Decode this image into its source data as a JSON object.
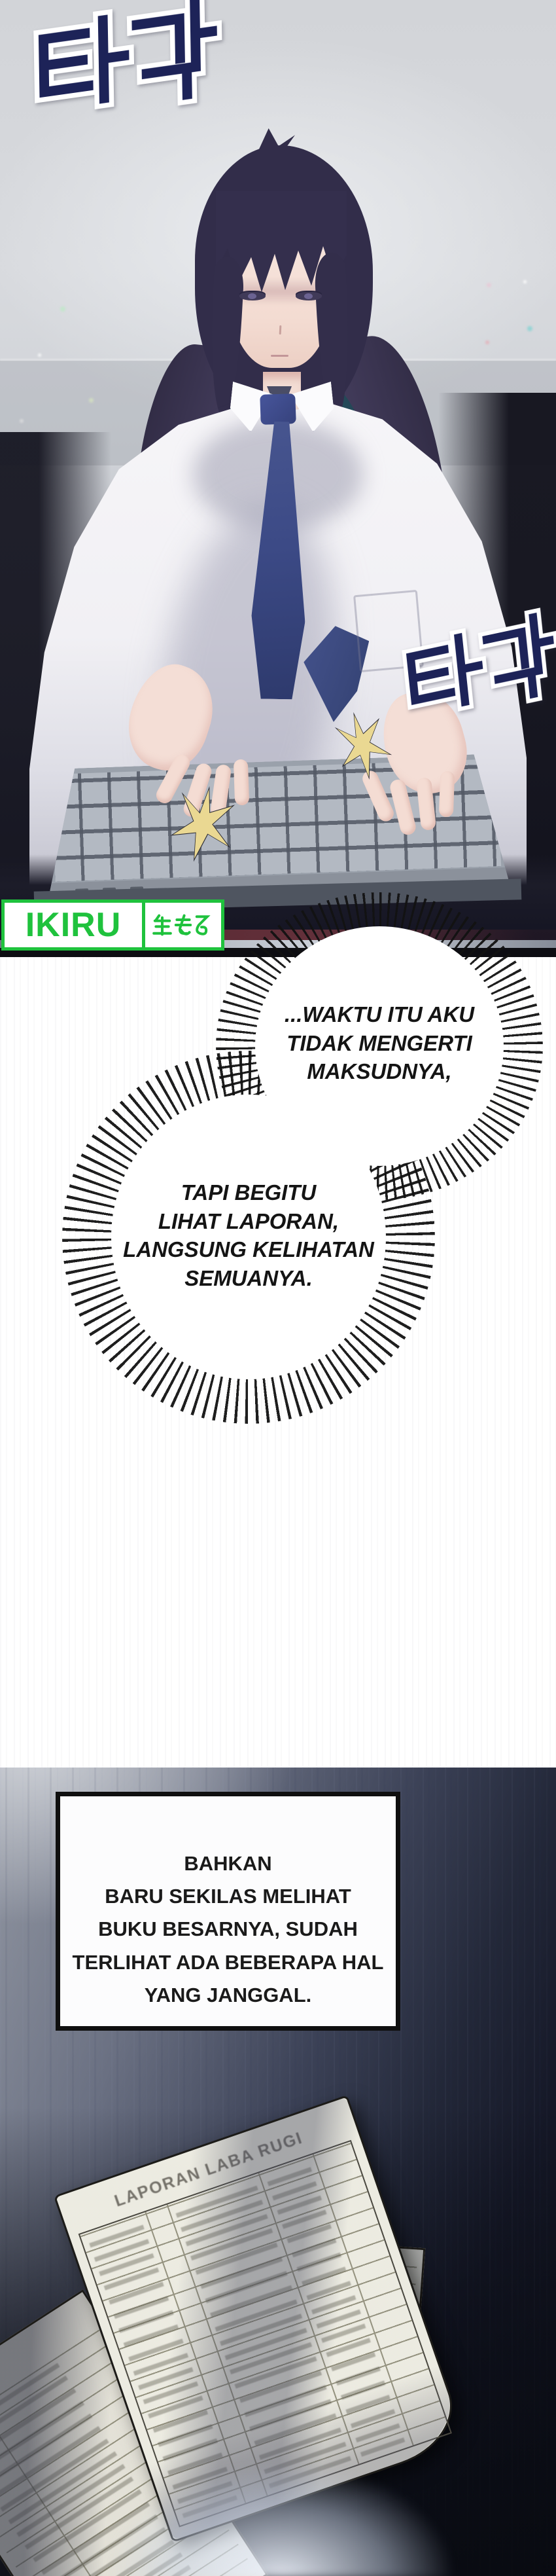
{
  "panel": {
    "sfx_top": "타각",
    "sfx_typing": "타각"
  },
  "logo": {
    "latin": "IKIRU",
    "japanese": "生きる",
    "green": "#1fc23d"
  },
  "bubbles": [
    {
      "lines": [
        "...WAKTU ITU AKU",
        "TIDAK MENGERTI",
        "MAKSUDNYA,"
      ]
    },
    {
      "lines": [
        "TAPI BEGITU",
        "LIHAT LAPORAN,",
        "LANGSUNG KELIHATAN",
        "SEMUANYA."
      ]
    }
  ],
  "narration": {
    "lines": [
      "BAHKAN",
      "BARU SEKILAS MELIHAT",
      "BUKU BESARNYA, SUDAH",
      "TERLIHAT ADA BEBERAPA HAL",
      "YANG JANGGAL."
    ]
  },
  "papers": {
    "main_title": "LAPORAN LABA RUGI"
  },
  "colors": {
    "sfx_fill": "#1d2358",
    "sfx_outline": "#ffffff",
    "bubble_text": "#141414",
    "narration_text": "#1a1a1a",
    "paper_bg": "#ecebe1",
    "dark_background": "#0e1019",
    "tie_navy": "#3c4a86",
    "chair_purple": "#453e5e",
    "headrest_teal": "#2f5a68",
    "skin": "#f7e7e0",
    "burst_yellow": "#ead892"
  }
}
